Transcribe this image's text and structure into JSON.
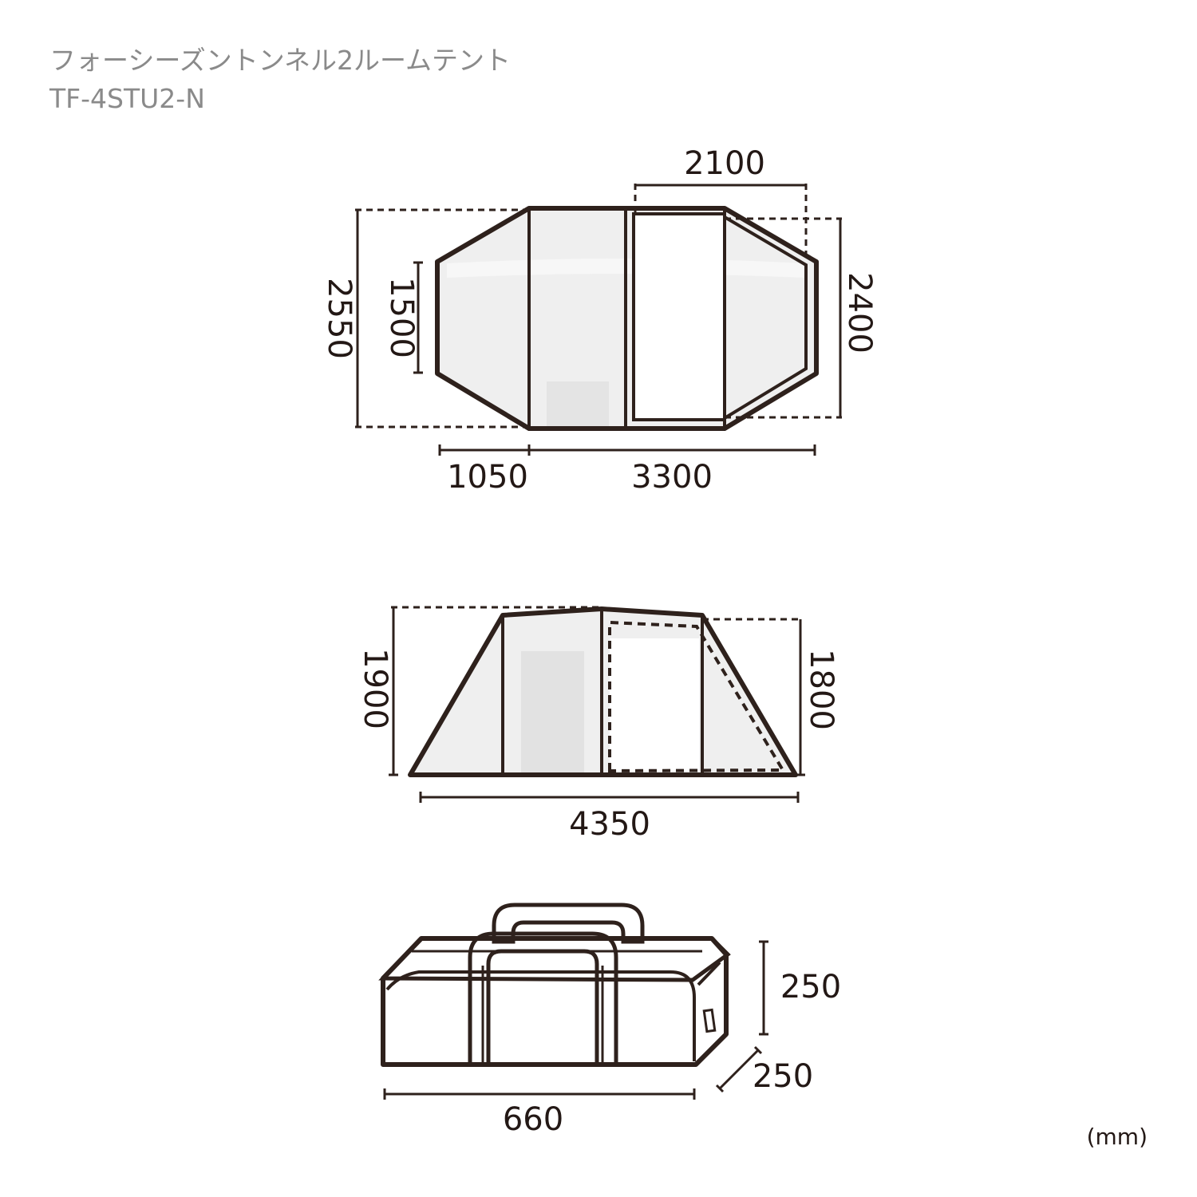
{
  "header": {
    "product_name": "フォーシーズントンネル2ルームテント",
    "model_number": "TF-4STU2-N"
  },
  "top_view": {
    "dim_room_width": "2100",
    "dim_total_depth": "2550",
    "dim_door_height": "1500",
    "dim_inner_depth": "2400",
    "dim_front": "1050",
    "dim_main": "3300"
  },
  "side_view": {
    "dim_height_front": "1900",
    "dim_height_rear": "1800",
    "dim_length": "4350"
  },
  "bag_view": {
    "dim_height": "250",
    "dim_depth": "250",
    "dim_width": "660"
  },
  "unit_label": "(mm)",
  "colors": {
    "line": "#2e211c",
    "fill": "#efefef",
    "header_text": "#8a8a8a"
  }
}
